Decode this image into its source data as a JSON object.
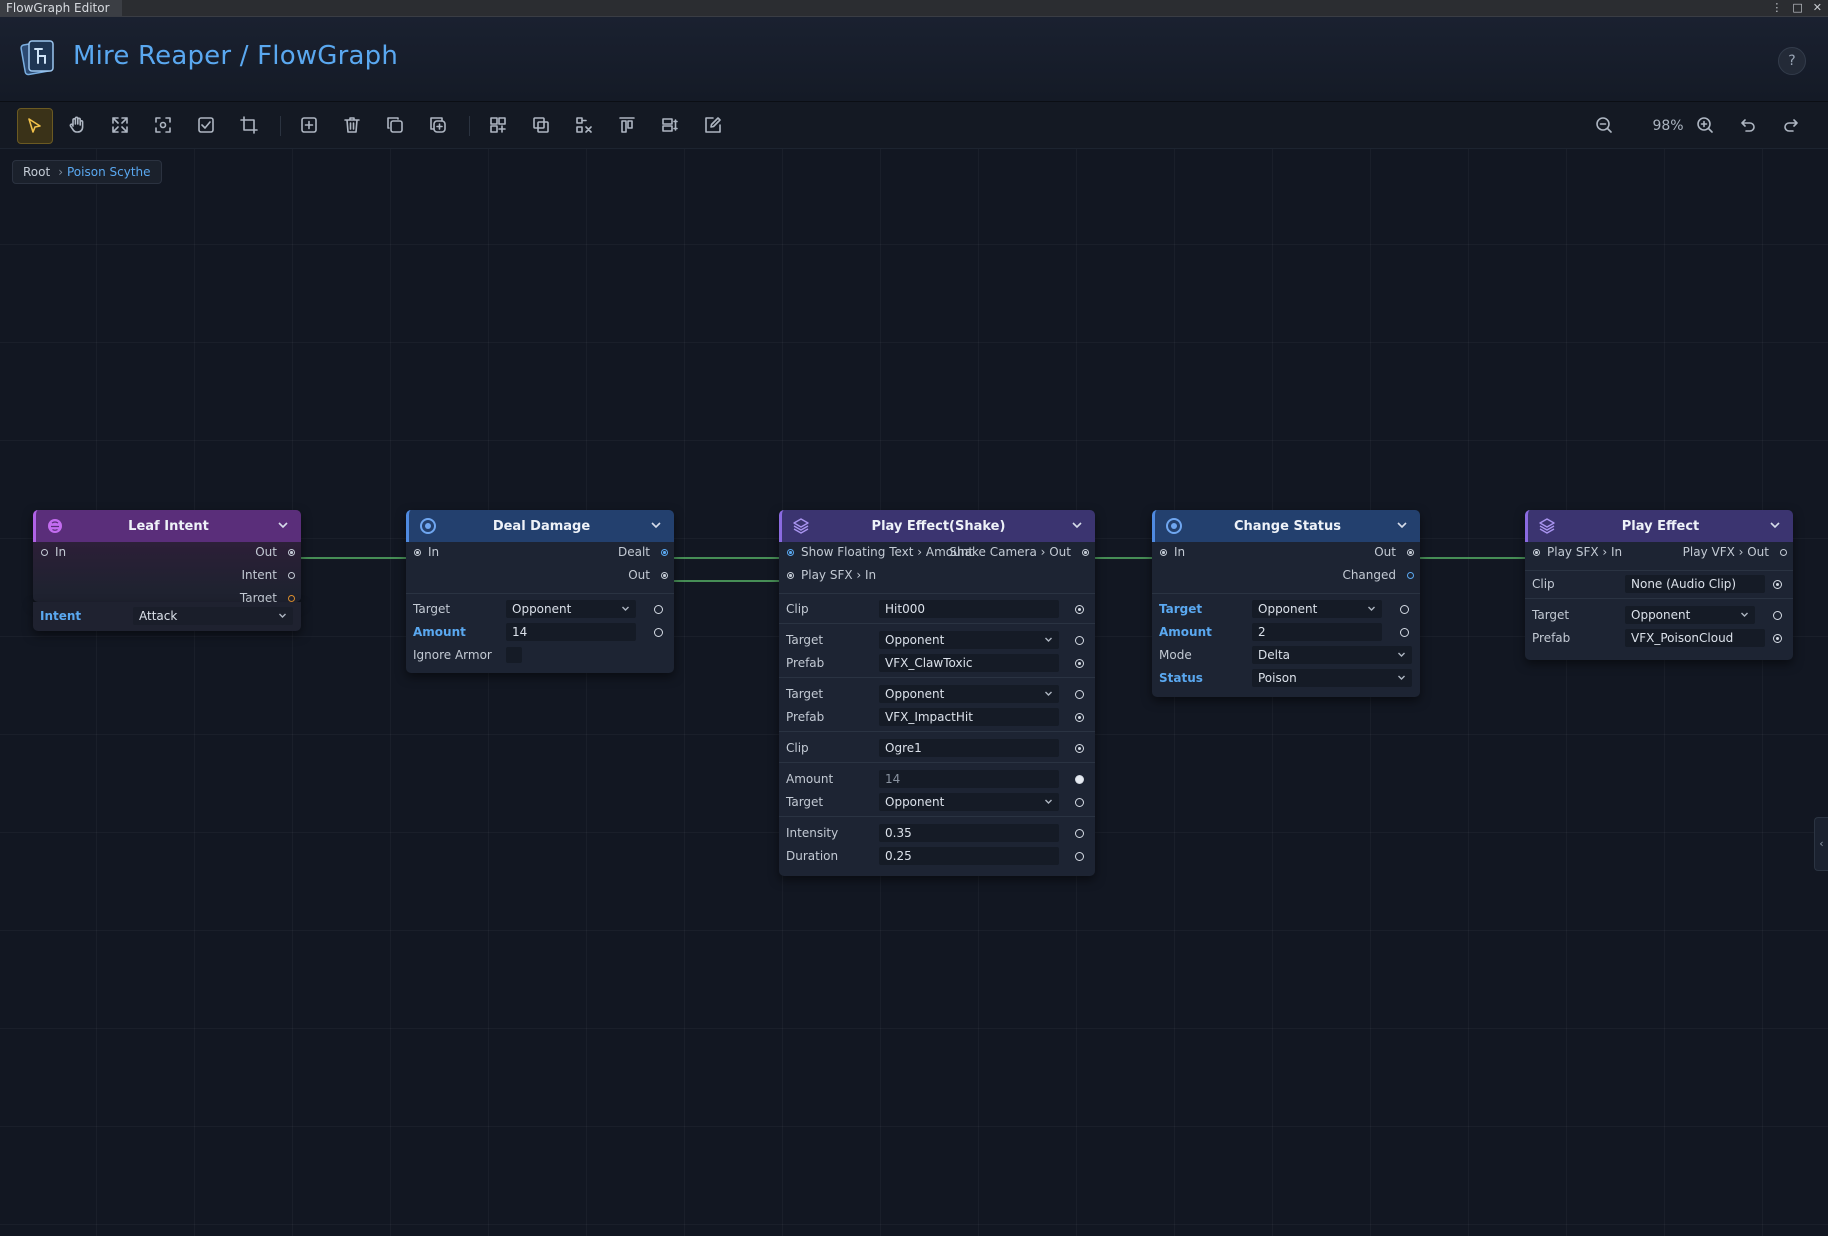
{
  "window": {
    "tab_title": "FlowGraph Editor",
    "controls": [
      "⋮",
      "□",
      "✕"
    ]
  },
  "header": {
    "title": "Mire Reaper / FlowGraph",
    "help_label": "?"
  },
  "toolbar": {
    "zoom_level": "98%",
    "tools": [
      "select",
      "pan",
      "fit-view",
      "focus",
      "select-all",
      "crop",
      "add-node",
      "delete",
      "duplicate",
      "copy",
      "group",
      "ungroup",
      "disconnect",
      "align-top",
      "distribute",
      "edit",
      "zoom-out",
      "zoom-in",
      "undo",
      "redo"
    ]
  },
  "breadcrumb": {
    "root": "Root",
    "separator": "›",
    "current": "Poison Scythe"
  },
  "nodes": {
    "leaf_intent": {
      "title": "Leaf Intent",
      "in": "In",
      "out": "Out",
      "intent_port": "Intent",
      "target_port": "Target",
      "intent_label": "Intent",
      "intent_value": "Attack"
    },
    "deal_damage": {
      "title": "Deal Damage",
      "in": "In",
      "dealt": "Dealt",
      "out": "Out",
      "target_label": "Target",
      "target_value": "Opponent",
      "amount_label": "Amount",
      "amount_value": "14",
      "ignore_armor_label": "Ignore Armor"
    },
    "play_effect_shake": {
      "title": "Play Effect(Shake)",
      "port_amount": "Show Floating Text › Amount",
      "port_shake_out": "Shake Camera › Out",
      "port_sfx_in": "Play SFX › In",
      "clip1_label": "Clip",
      "clip1_value": "Hit000",
      "target1_label": "Target",
      "target1_value": "Opponent",
      "prefab1_label": "Prefab",
      "prefab1_value": "VFX_ClawToxic",
      "target2_label": "Target",
      "target2_value": "Opponent",
      "prefab2_label": "Prefab",
      "prefab2_value": "VFX_ImpactHit",
      "clip2_label": "Clip",
      "clip2_value": "Ogre1",
      "amount_label": "Amount",
      "amount_value": "14",
      "target3_label": "Target",
      "target3_value": "Opponent",
      "intensity_label": "Intensity",
      "intensity_value": "0.35",
      "duration_label": "Duration",
      "duration_value": "0.25"
    },
    "change_status": {
      "title": "Change Status",
      "in": "In",
      "out": "Out",
      "changed": "Changed",
      "target_label": "Target",
      "target_value": "Opponent",
      "amount_label": "Amount",
      "amount_value": "2",
      "mode_label": "Mode",
      "mode_value": "Delta",
      "status_label": "Status",
      "status_value": "Poison"
    },
    "play_effect": {
      "title": "Play Effect",
      "port_sfx_in": "Play SFX › In",
      "port_vfx_out": "Play VFX › Out",
      "clip_label": "Clip",
      "clip_value": "None (Audio Clip)",
      "target_label": "Target",
      "target_value": "Opponent",
      "prefab_label": "Prefab",
      "prefab_value": "VFX_PoisonCloud"
    }
  },
  "side_panel_toggle": "‹",
  "colors": {
    "accent": "#5aa8f0",
    "wire": "#58b567",
    "active_tool": "#f1c14a"
  }
}
